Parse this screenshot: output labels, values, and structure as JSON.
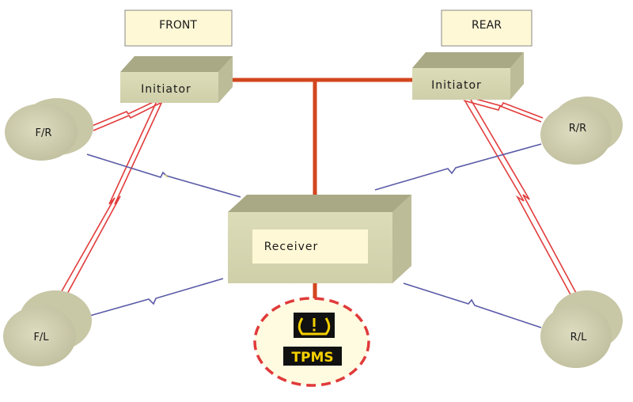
{
  "labels": {
    "front": "FRONT",
    "rear": "REAR",
    "initiator_front": "Initiator",
    "initiator_rear": "Initiator",
    "receiver": "Receiver",
    "tpms": "TPMS"
  },
  "wheels": {
    "front_right": "F/R",
    "front_left": "F/L",
    "rear_right": "R/R",
    "rear_left": "R/L"
  },
  "colors": {
    "box_face": "#d8d8b4",
    "box_top": "#a9a985",
    "box_side": "#bcbc98",
    "label_fill": "#fff8d6",
    "wire": "#d2461e",
    "initiator_signal": "#e23c3c",
    "receiver_signal": "#5a5aa8",
    "warning_border": "#e03a3a",
    "warning_fill": "#fffbe0",
    "lamp_yellow": "#f5d000"
  },
  "icons": {
    "tpms_lamp": "tire-pressure-warning-icon"
  }
}
